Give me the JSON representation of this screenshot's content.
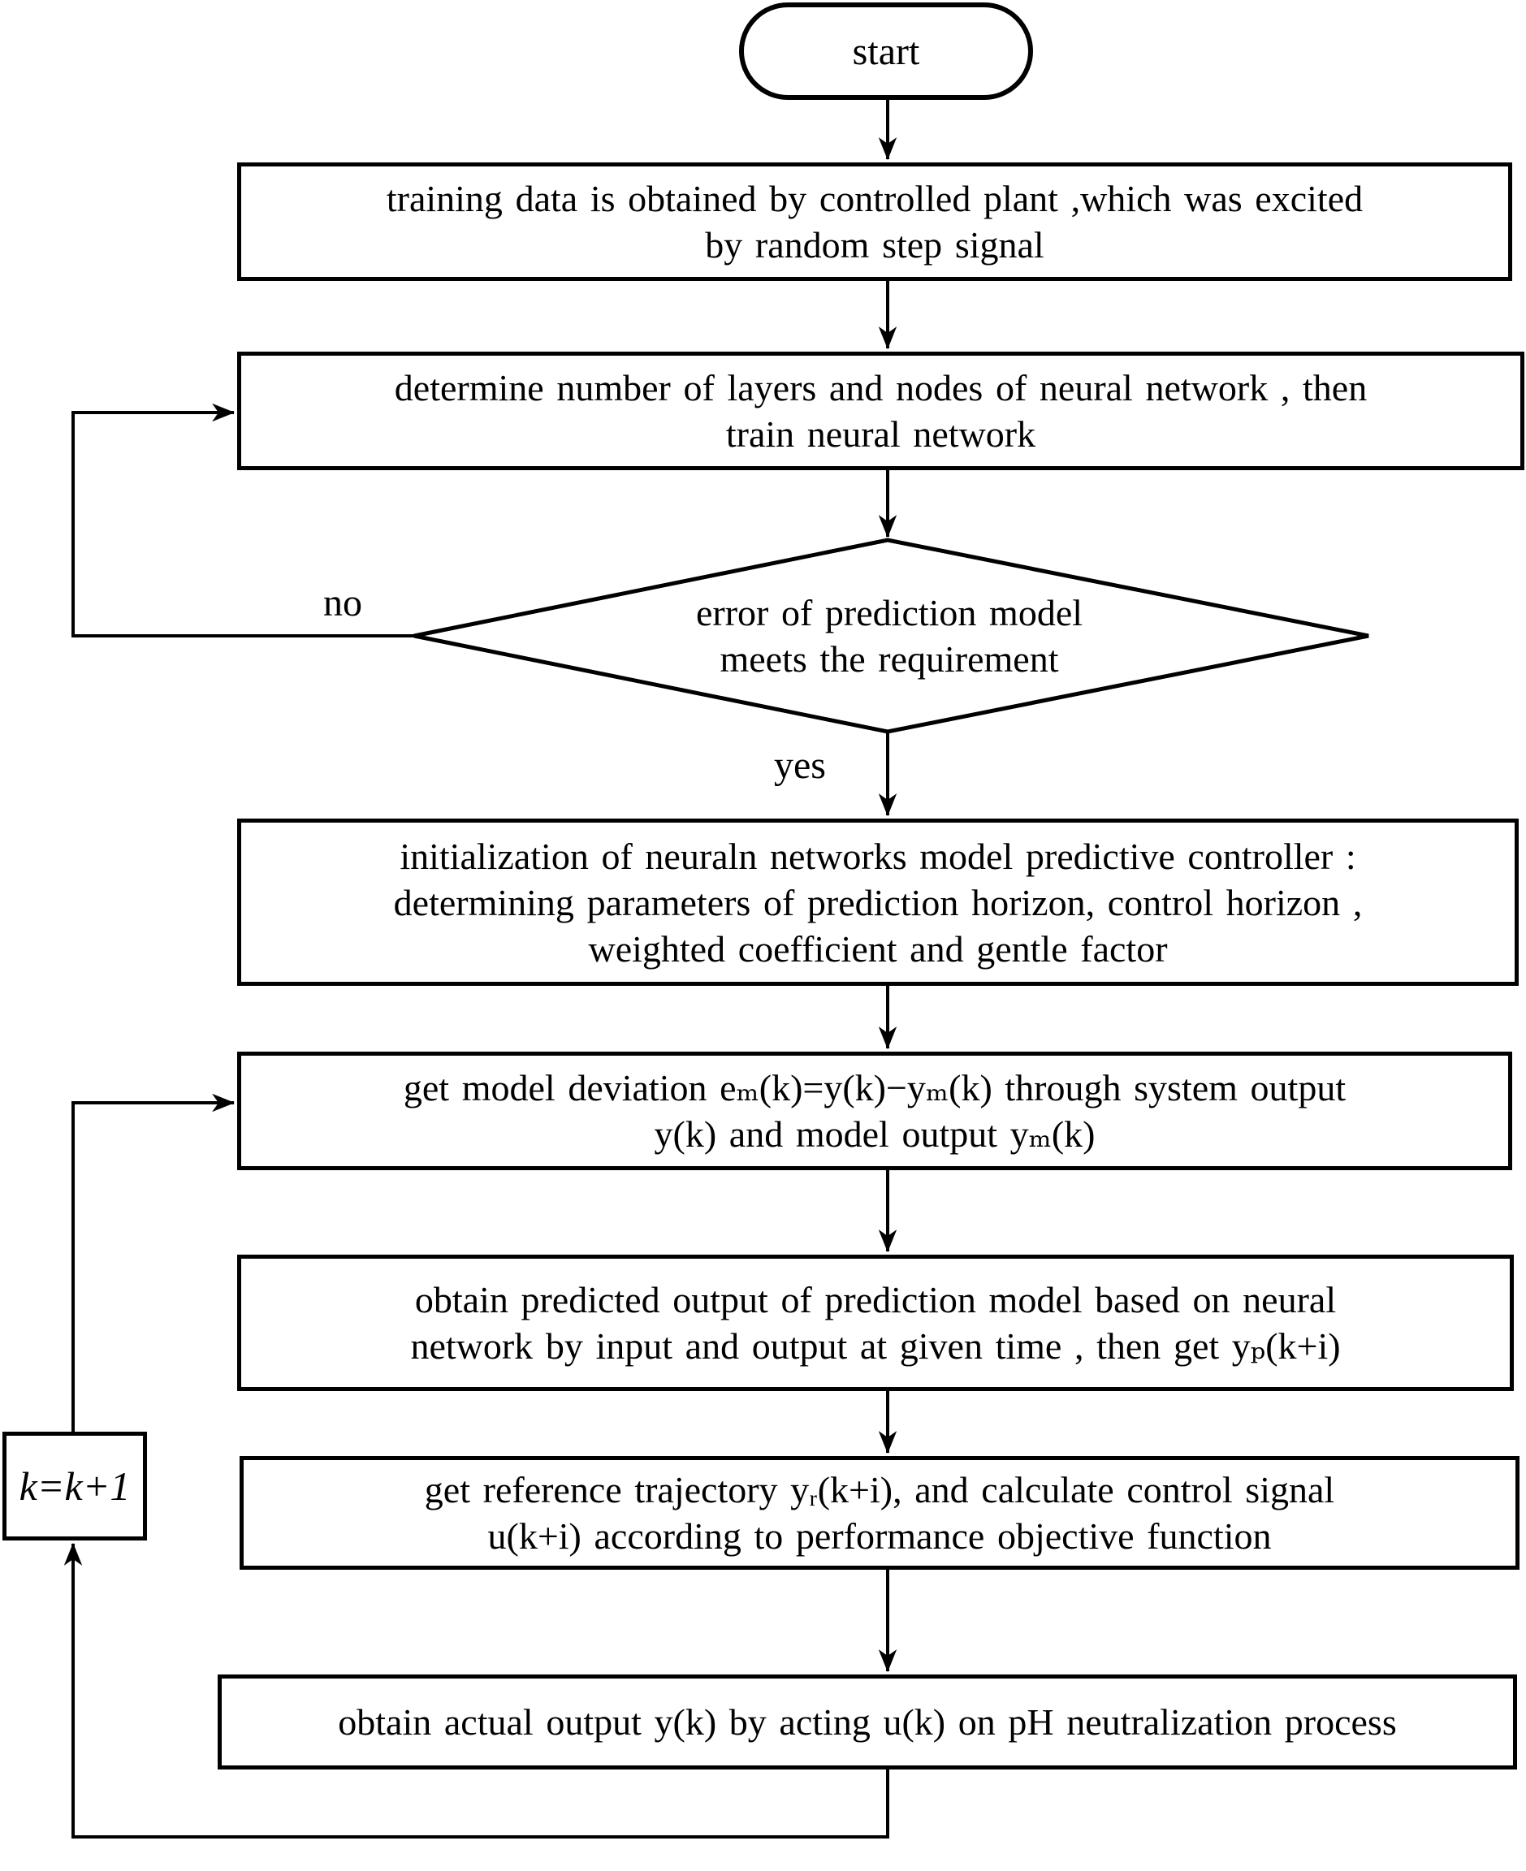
{
  "figure": {
    "type": "flowchart",
    "background": "#ffffff",
    "stroke_color": "#000000",
    "text_color": "#000000"
  },
  "labels": {
    "no": "no",
    "yes": "yes"
  },
  "nodes": {
    "start": {
      "shape": "terminator",
      "text": "start"
    },
    "training": {
      "shape": "process",
      "lines": [
        "training data is obtained by controlled plant ,which was excited",
        "by random step signal"
      ]
    },
    "train_network": {
      "shape": "process",
      "lines": [
        "determine number of layers and nodes of neural network , then",
        "train neural network"
      ]
    },
    "error_check": {
      "shape": "decision",
      "lines": [
        "error of prediction model",
        "meets the requirement"
      ]
    },
    "initialization": {
      "shape": "process",
      "lines": [
        "initialization of neuraln networks model predictive controller :",
        "determining parameters of prediction horizon, control horizon ,",
        "weighted coefficient and gentle factor"
      ]
    },
    "model_deviation": {
      "shape": "process",
      "lines": [
        "get model deviation eₘ(k)=y(k)−yₘ(k) through system output",
        "y(k) and model output yₘ(k)"
      ]
    },
    "predicted_output": {
      "shape": "process",
      "lines": [
        "obtain predicted output of prediction model based on neural",
        "network by input and output at given time , then get yₚ(k+i)"
      ]
    },
    "reference_trajectory": {
      "shape": "process",
      "lines": [
        "get reference trajectory yᵣ(k+i), and calculate control signal",
        "u(k+i) according to performance objective function"
      ]
    },
    "actual_output": {
      "shape": "process",
      "lines": [
        "obtain actual output y(k) by acting u(k) on pH neutralization process"
      ]
    },
    "k_increment": {
      "shape": "process",
      "text": "k=k+1"
    }
  }
}
